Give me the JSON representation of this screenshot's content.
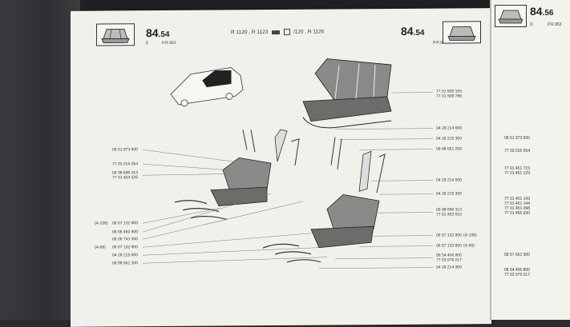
{
  "header": {
    "page_main": "84",
    "page_sub": ".54",
    "e_mark": "E",
    "pr_ref": "P.R.953",
    "models": "R 1120 , R 1123",
    "models_suffix": "/120 , R 1126",
    "right_page_main": "84",
    "right_page_sub": ".56",
    "right_d_mark": "D",
    "right_pr_ref": "P.R.953"
  },
  "left_callouts": [
    "08 51 973 600",
    "77 03 016 054",
    "09 98 696 413",
    "77 01 453 525",
    "(A-106)",
    "06 07 132 900",
    "06 06 460 600",
    "06 06 743 300",
    "(A-66)",
    "06 07 132 800",
    "04 28 215 000",
    "09 98 661 100"
  ],
  "right_callouts": [
    "77 01 500 193",
    "77 01 509 786",
    "04 28 214 600",
    "04 28 215 300",
    "09 98 661 200",
    "04 28 214 500",
    "04 28 215 300",
    "09 98 696 313",
    "77 01 453 510",
    "06 57 132 900",
    "(A-106)",
    "06 57 132 800",
    "(A-66)",
    "08 54 406 800",
    "77 03 076 017",
    "04 28 214 900"
  ],
  "right_page_callouts": [
    "08 51 973 600",
    "77 03 016 054",
    "77 01 451 715",
    "77 01 451 129",
    "77 01 451 143",
    "77 01 451 144",
    "77 01 451 098",
    "77 01 455 930",
    "08 57 661 500",
    "08 54 406 800",
    "77 03 076 017"
  ]
}
